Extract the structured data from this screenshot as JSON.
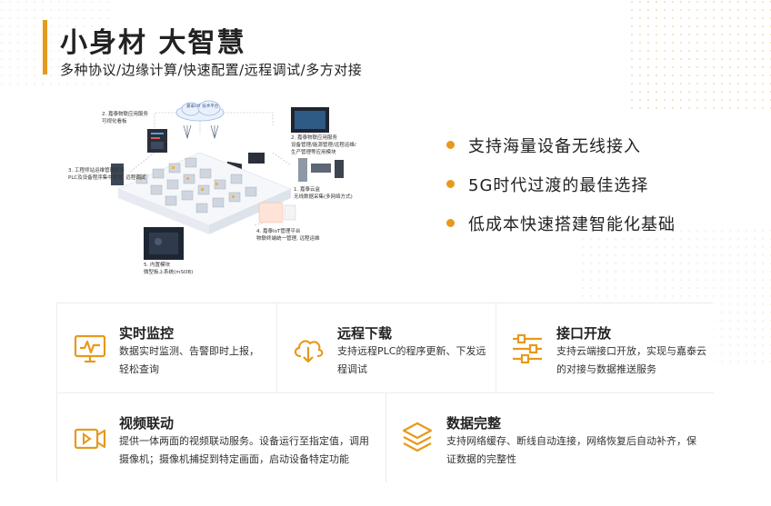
{
  "header": {
    "title": "小身材 大智慧",
    "subtitle": "多种协议/边缘计算/快速配置/远程调试/多方对接"
  },
  "diagram": {
    "labels": {
      "cloud": "嘉泰IoT 技术平台",
      "label2": [
        "2. 嘉泰物联应用服务",
        "可视化看板"
      ],
      "label2b": [
        "2. 嘉泰物联应用服务",
        "设备管理/能源管理/远程运维/",
        "生产管理等应用模块"
      ],
      "label3": [
        "3. 工程师站运维管理服务",
        "PLC及设备程序集中管理, 远程调试"
      ],
      "label1": [
        "1. 嘉泰云盒",
        "无线数据采集(多网络方式)"
      ],
      "label4": [
        "4. 嘉泰IoT管理平台",
        "物联终端统一管理, 远程运维"
      ],
      "label5": [
        "5. 内置模块",
        "微型板上系统(mSOB)"
      ]
    }
  },
  "bullets": [
    "支持海量设备无线接入",
    "5G时代过渡的最佳选择",
    "低成本快速搭建智能化基础"
  ],
  "cards": [
    {
      "icon": "monitor-pulse-icon",
      "title": "实时监控",
      "desc": "数据实时监测、告警即时上报，轻松查询"
    },
    {
      "icon": "cloud-download-icon",
      "title": "远程下载",
      "desc": "支持远程PLC的程序更新、下发远程调试"
    },
    {
      "icon": "sliders-icon",
      "title": "接口开放",
      "desc": "支持云端接口开放，实现与嘉泰云的对接与数据推送服务"
    },
    {
      "icon": "video-camera-icon",
      "title": "视频联动",
      "desc": "提供一体两面的视频联动服务。设备运行至指定值，调用摄像机；摄像机捕捉到特定画面，启动设备特定功能"
    },
    {
      "icon": "layers-icon",
      "title": "数据完整",
      "desc": "支持网络缓存、断线自动连接，网络恢复后自动补齐，保证数据的完整性"
    }
  ],
  "colors": {
    "accent": "#e69a1c"
  }
}
